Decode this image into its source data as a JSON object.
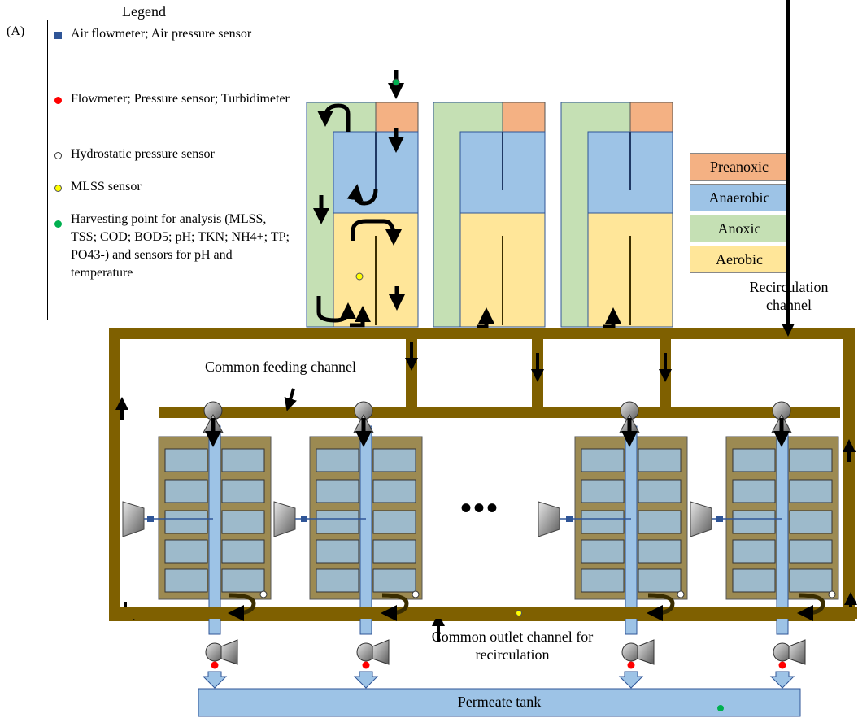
{
  "figure": {
    "panel_label": "(A)",
    "legend_title": "Legend"
  },
  "legend": {
    "items": [
      {
        "marker": "blue-square",
        "text": "Air flowmeter; Air pressure sensor"
      },
      {
        "marker": "red-dot",
        "text": "Flowmeter; Pressure sensor; Turbidimeter"
      },
      {
        "marker": "white-dot",
        "text": "Hydrostatic pressure sensor"
      },
      {
        "marker": "yellow-dot",
        "text": "MLSS sensor"
      },
      {
        "marker": "green-dot",
        "text": "Harvesting point for analysis (MLSS, TSS; COD; BOD5; pH; TKN; NH4+; TP; PO43-) and sensors for pH and temperature"
      }
    ]
  },
  "zones": [
    {
      "label": "Preanoxic",
      "color": "#f4b183"
    },
    {
      "label": "Anaerobic",
      "color": "#9dc3e6"
    },
    {
      "label": "Anoxic",
      "color": "#c5e0b4"
    },
    {
      "label": "Aerobic",
      "color": "#ffe699"
    }
  ],
  "labels": {
    "recirculation_channel_line1": "Recirculation",
    "recirculation_channel_line2": "channel",
    "common_feeding_channel": "Common feeding channel",
    "outlet_line1": "Common outlet channel for",
    "outlet_line2": "recirculation",
    "permeate_tank": "Permeate tank",
    "ellipsis": "•••"
  },
  "colors": {
    "channel": "#7f6000",
    "membrane_frame": "#9c8a52",
    "module": "#9dbacb",
    "permeate_pipe": "#9dc3e6"
  }
}
